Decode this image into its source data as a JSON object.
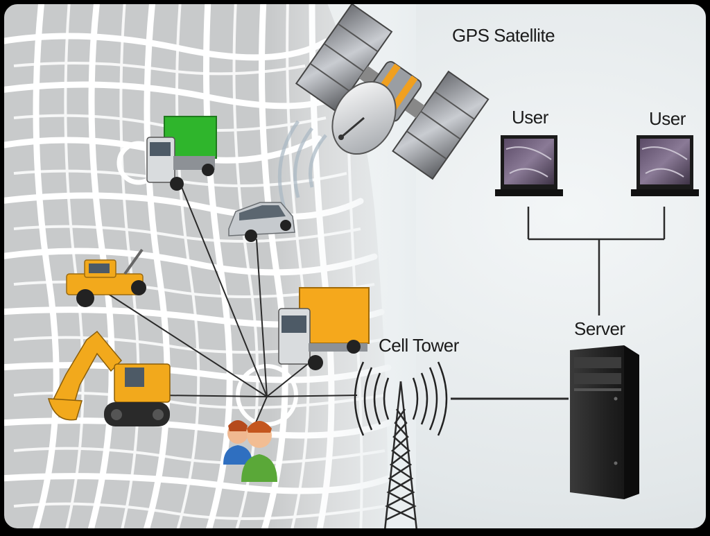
{
  "labels": {
    "gps_satellite": "GPS Satellite",
    "user_1": "User",
    "user_2": "User",
    "server": "Server",
    "cell_tower": "Cell Tower"
  },
  "colors": {
    "background_light": "#e7ecee",
    "map_road": "#ffffff",
    "map_block": "#c9cbcc",
    "truck_green": "#2fb52c",
    "truck_orange": "#f5a81c",
    "vehicle_yellow": "#f2a91c",
    "car_silver": "#c6cace",
    "server_black": "#1a1a1a",
    "link_line": "#2a2a2a"
  },
  "icons": [
    "gps-satellite-icon",
    "green-truck-icon",
    "silver-car-icon",
    "tow-truck-icon",
    "orange-truck-icon",
    "excavator-icon",
    "people-icon",
    "cell-tower-icon",
    "laptop-icon",
    "server-icon"
  ]
}
